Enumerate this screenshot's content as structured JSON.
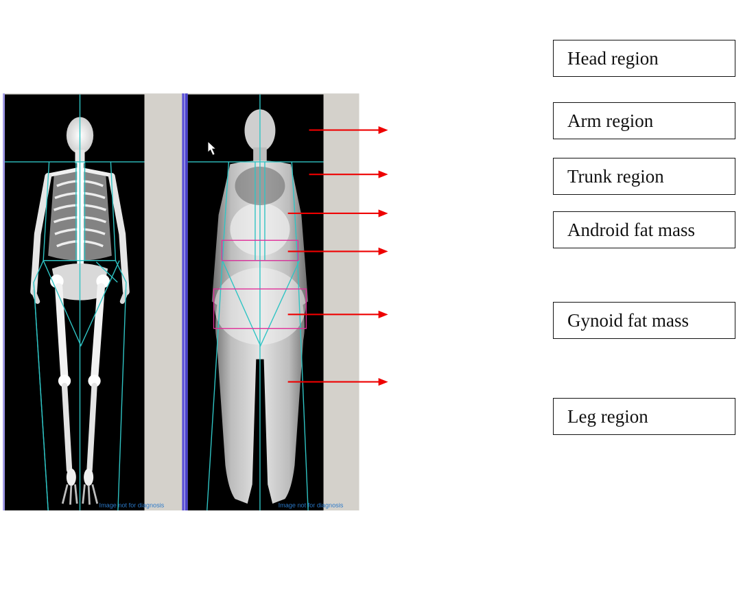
{
  "watermark_left": "Image not for diagnosis",
  "watermark_right": "Image not for diagnosis",
  "labels": {
    "head": "Head region",
    "arm": "Arm region",
    "trunk": "Trunk region",
    "android": "Android fat mass",
    "gynoid": "Gynoid fat mass",
    "leg": "Leg region"
  },
  "colors": {
    "scan_background": "#000000",
    "region_lines": "#2fc4c4",
    "fat_boxes": "#e0309a",
    "arrows": "#ee0000",
    "panel_frame": "#5a4fd8",
    "side_gray": "#d4d1cb"
  }
}
